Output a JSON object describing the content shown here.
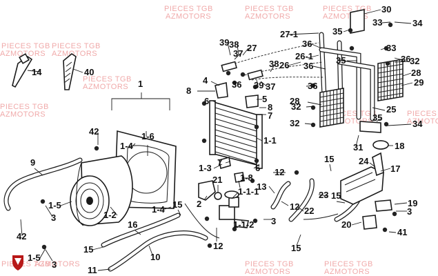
{
  "watermarks": [
    "PIECES TGB",
    "AZMOTORS",
    "PIECES TGB",
    "AZMOTORS",
    "PIECES TGB",
    "AZMOTORS",
    "PIECES TGB",
    "AZMOTORS",
    "PIECES TGB",
    "AZMOTORS",
    "PIECES TGB",
    "AZMOTORS",
    "PIECES TGB",
    "AZMOTORS",
    "PIECES TGB",
    "AZMOTORS",
    "PIECES TGB",
    "AZMOTORS",
    "PIECES TGB",
    "AZMOTORS",
    "PIECES TGB",
    "AZMOTORS",
    "PIECES TGB",
    "AZMOTORS"
  ],
  "callouts": [
    "1",
    "1-1",
    "1-1-1",
    "1-1-2",
    "1-2",
    "1-3",
    "1-4",
    "1-4",
    "1-5",
    "1-5",
    "1-6",
    "1-8",
    "2",
    "3",
    "3",
    "3",
    "3",
    "4",
    "5",
    "6",
    "6",
    "7",
    "7",
    "8",
    "8",
    "9",
    "10",
    "11",
    "12",
    "12",
    "12",
    "13",
    "14",
    "15",
    "15",
    "15",
    "15",
    "15",
    "16",
    "17",
    "18",
    "19",
    "20",
    "21",
    "22",
    "23",
    "24",
    "25",
    "26",
    "26-1",
    "27",
    "27-1",
    "28",
    "28",
    "29",
    "30",
    "31",
    "32",
    "32",
    "32",
    "33",
    "33",
    "34",
    "34",
    "35",
    "35",
    "35",
    "36",
    "36",
    "36",
    "36",
    "36",
    "37",
    "37",
    "38",
    "38",
    "39",
    "39",
    "40",
    "41",
    "42",
    "42"
  ],
  "logo": "tgb-shield"
}
